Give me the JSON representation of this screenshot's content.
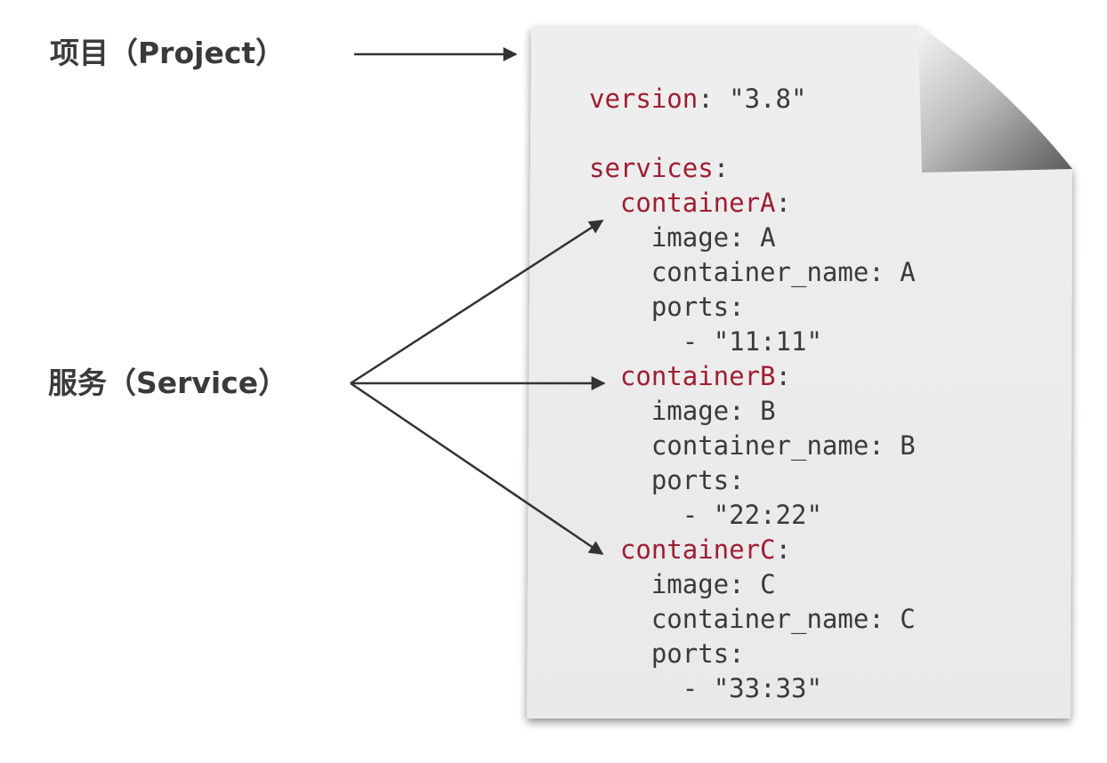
{
  "labels": {
    "project": "项目（Project）",
    "service": "服务（Service）"
  },
  "colors": {
    "background": "#ffffff",
    "paper": "#ededed",
    "key": "#9e1e33",
    "text": "#3a3a3a",
    "arrow": "#333333"
  },
  "compose": {
    "version_key": "version",
    "version_value": "\"3.8\"",
    "services_key": "services",
    "services": [
      {
        "name": "containerA",
        "image_key": "image",
        "image": "A",
        "container_name_key": "container_name",
        "container_name": "A",
        "ports_key": "ports",
        "port": "\"11:11\""
      },
      {
        "name": "containerB",
        "image_key": "image",
        "image": "B",
        "container_name_key": "container_name",
        "container_name": "B",
        "ports_key": "ports",
        "port": "\"22:22\""
      },
      {
        "name": "containerC",
        "image_key": "image",
        "image": "C",
        "container_name_key": "container_name",
        "container_name": "C",
        "ports_key": "ports",
        "port": "\"33:33\""
      }
    ]
  }
}
